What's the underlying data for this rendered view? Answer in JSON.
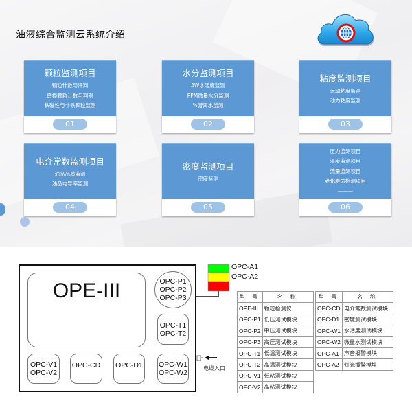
{
  "header": {
    "title": "油液综合监测云系统介绍",
    "logo_icon": "cloud-globe-icon"
  },
  "colors": {
    "card_blue": "#5b98d4",
    "pill_blue": "#9fc3e7",
    "lamp_green": "#00ff00",
    "lamp_yellow": "#ffff00",
    "lamp_red": "#ff0000"
  },
  "cards": [
    {
      "title": "颗粒监测项目",
      "items": [
        "颗粒计数与评判",
        "磨损颗粒计数与判别",
        "铁磁性与非铁颗粒监测"
      ],
      "number": "01"
    },
    {
      "title": "水分监测项目",
      "items": [
        "AW水活度监测",
        "PPM微量水分监测",
        "%游离水监测"
      ],
      "number": "02"
    },
    {
      "title": "粘度监测项目",
      "items": [
        "运动粘度监测",
        "动力粘度监测"
      ],
      "number": "03"
    },
    {
      "title": "电介常数监测项目",
      "items": [
        "油品品质监测",
        "油品电导率监测"
      ],
      "number": "04"
    },
    {
      "title": "密度监测项目",
      "items": [
        "密度监测"
      ],
      "number": "05"
    },
    {
      "title": "",
      "items": [
        "压力监测项目",
        "温度监测项目",
        "流量监测项目",
        "老化寿命检测项目",
        "———"
      ],
      "number": "06"
    }
  ],
  "diagram": {
    "main_unit": "OPE-III",
    "pressure_modules": [
      "OPC-P1",
      "OPC-P2",
      "OPC-P3"
    ],
    "temp_modules": [
      "OPC-T1",
      "OPC-T2"
    ],
    "visc_modules": [
      "OPC-V1",
      "OPC-V2"
    ],
    "cd_module": "OPC-CD",
    "density_module": "OPC-D1",
    "water_modules": [
      "OPC-W1",
      "OPC-W2"
    ],
    "alarm_labels": [
      "OPC-A1",
      "OPC-A2"
    ],
    "cable_entry": "电缆入口"
  },
  "table": {
    "headers": [
      "型 号",
      "名 称"
    ],
    "left": [
      [
        "OPE-III",
        "颗粒检测仪"
      ],
      [
        "OPC-P1",
        "低压测试模块"
      ],
      [
        "OPC-P2",
        "中压测试模块"
      ],
      [
        "OPC-P3",
        "高压测试模块"
      ],
      [
        "OPC-T1",
        "低温测试模块"
      ],
      [
        "OPC-T2",
        "高温测试模块"
      ],
      [
        "OPC-V1",
        "低粘测试模块"
      ],
      [
        "OPC-V2",
        "高粘测试模块"
      ]
    ],
    "right": [
      [
        "OPC-CD",
        "电介常数测试模块"
      ],
      [
        "OPC-D1",
        "密度测试模块"
      ],
      [
        "OPC-W1",
        "水活度测试模块"
      ],
      [
        "OPC-W2",
        "微量水测试模块"
      ],
      [
        "OPC-A1",
        "声音报警模块"
      ],
      [
        "OPC-A2",
        "灯光报警模块"
      ]
    ]
  }
}
